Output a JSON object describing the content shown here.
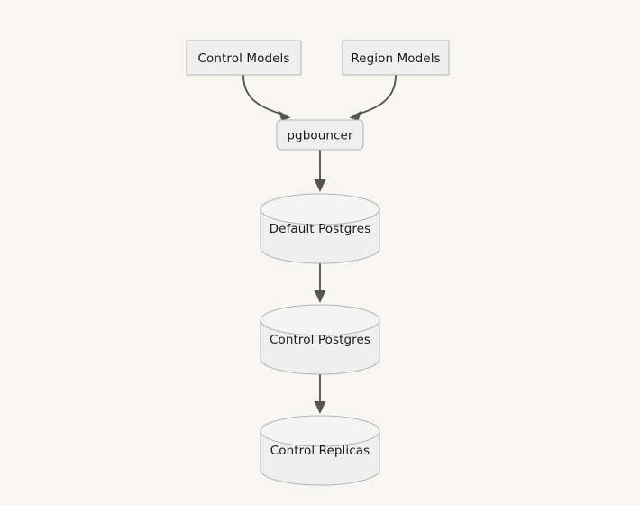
{
  "diagram": {
    "type": "flowchart",
    "direction": "top-to-bottom",
    "background_color": "#f7f6f2",
    "node_fill_color": "#efefef",
    "node_border_color": "#b4b4b4",
    "edge_color": "#555555",
    "text_color": "#1a1a1a",
    "nodes": [
      {
        "id": "control-models",
        "label": "Control Models",
        "shape": "rectangle"
      },
      {
        "id": "region-models",
        "label": "Region Models",
        "shape": "rectangle"
      },
      {
        "id": "pgbouncer",
        "label": "pgbouncer",
        "shape": "rounded-rectangle"
      },
      {
        "id": "default-postgres",
        "label": "Default Postgres",
        "shape": "cylinder"
      },
      {
        "id": "control-postgres",
        "label": "Control Postgres",
        "shape": "cylinder"
      },
      {
        "id": "control-replicas",
        "label": "Control Replicas",
        "shape": "cylinder"
      }
    ],
    "edges": [
      {
        "from": "control-models",
        "to": "pgbouncer",
        "style": "curved",
        "arrow": "end"
      },
      {
        "from": "region-models",
        "to": "pgbouncer",
        "style": "curved",
        "arrow": "end"
      },
      {
        "from": "pgbouncer",
        "to": "default-postgres",
        "style": "straight",
        "arrow": "end"
      },
      {
        "from": "default-postgres",
        "to": "control-postgres",
        "style": "straight",
        "arrow": "end"
      },
      {
        "from": "control-postgres",
        "to": "control-replicas",
        "style": "straight",
        "arrow": "end"
      }
    ]
  }
}
